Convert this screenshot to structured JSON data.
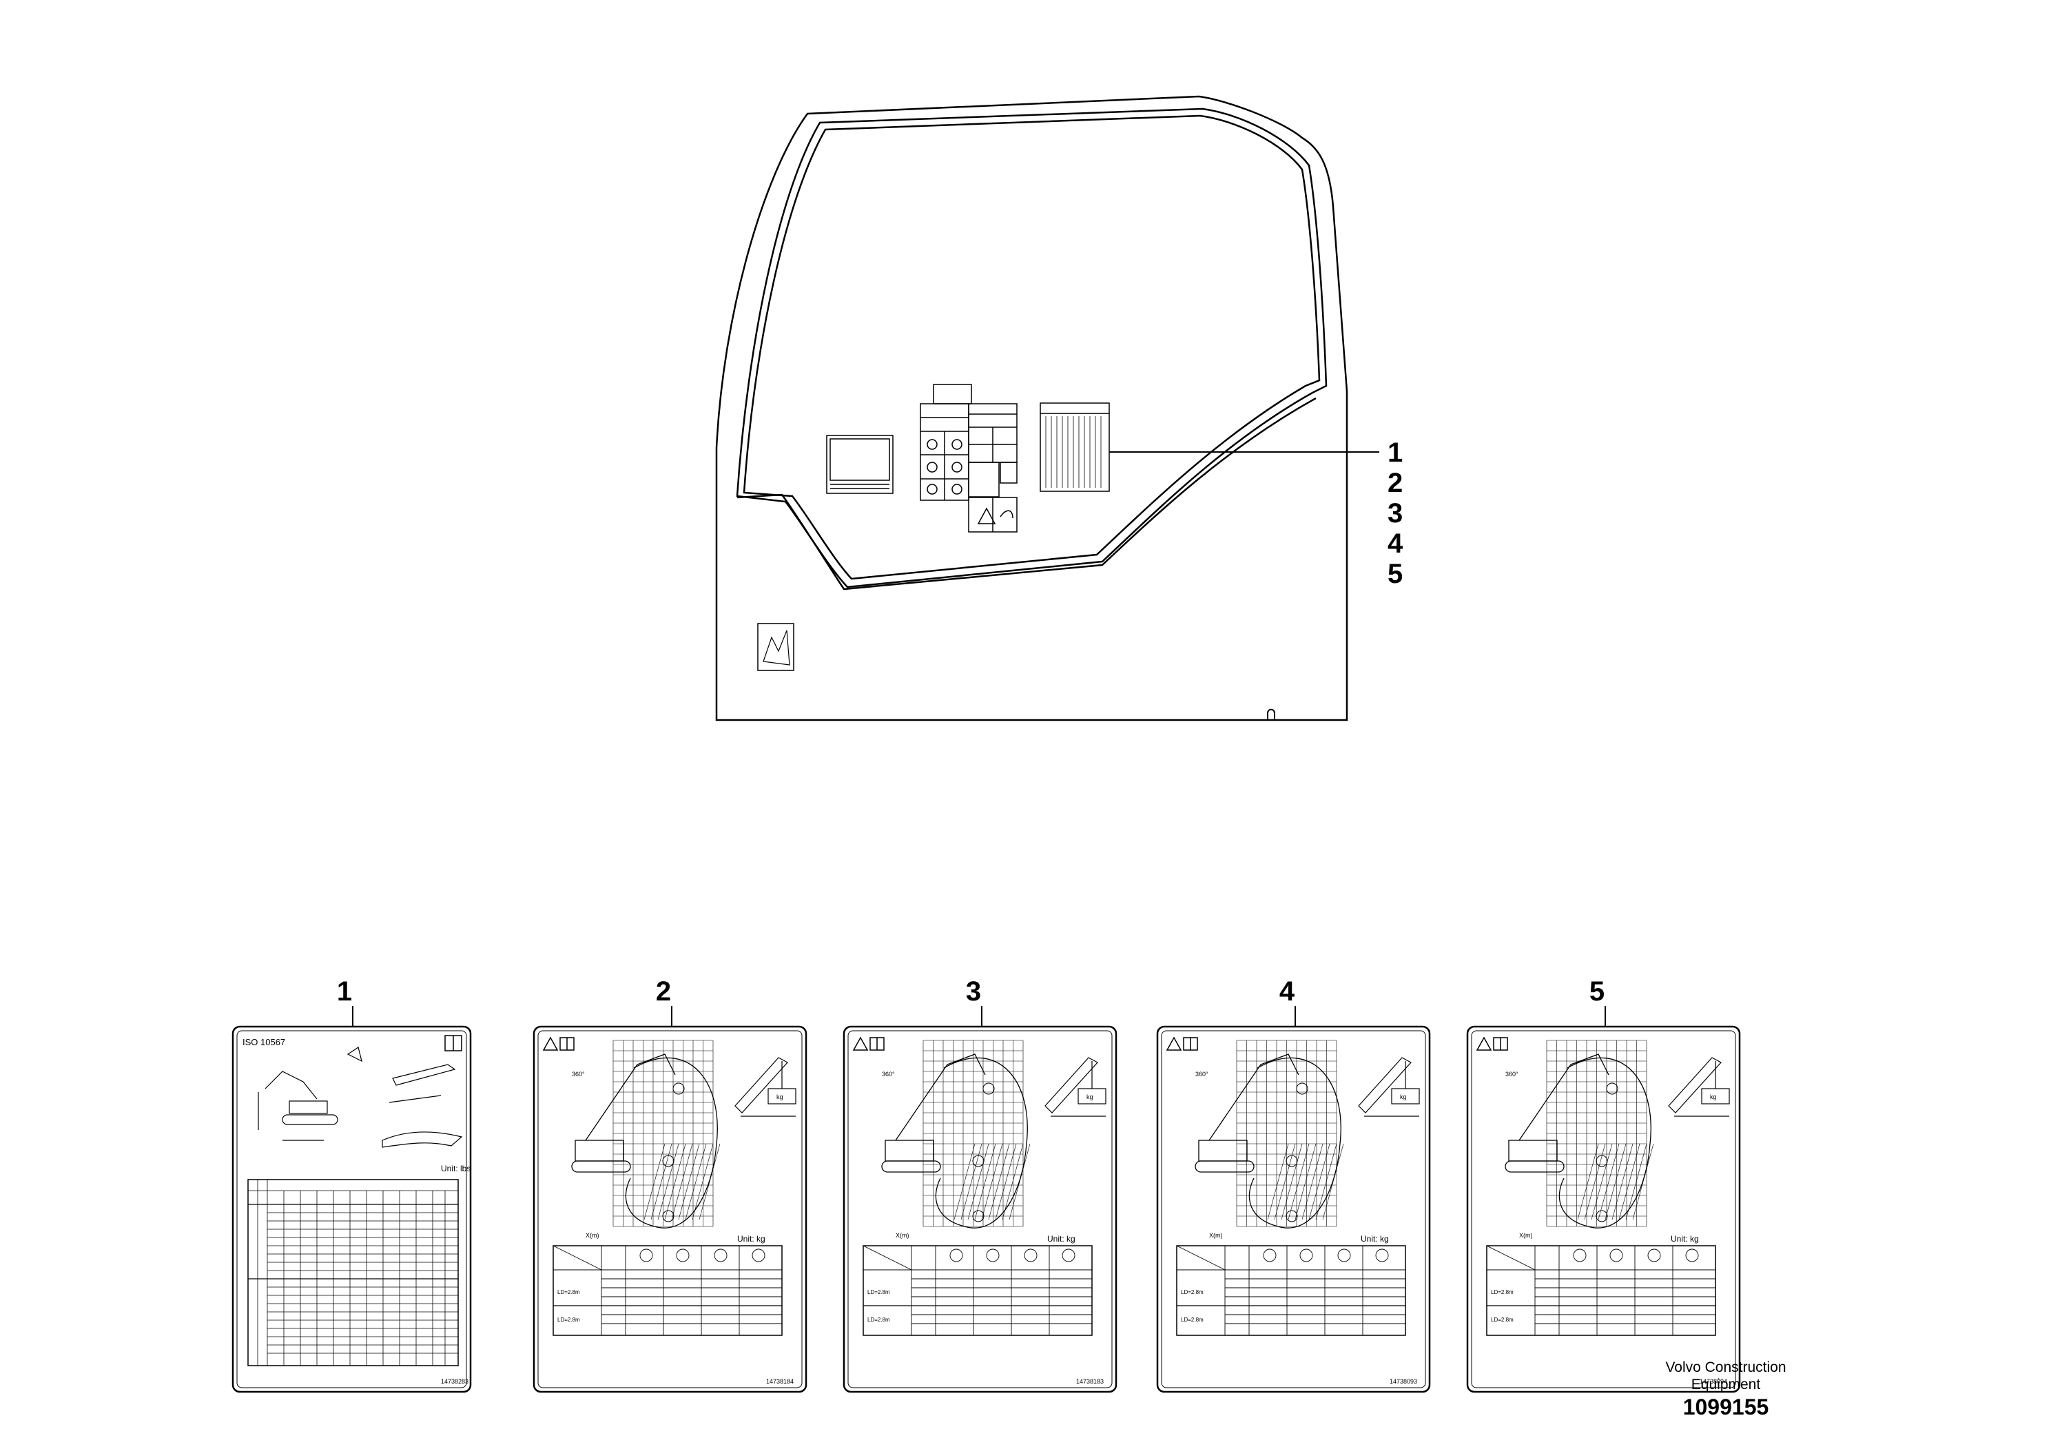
{
  "callouts": [
    "1",
    "2",
    "3",
    "4",
    "5"
  ],
  "decals": [
    {
      "num": "1",
      "header": "ISO 10567",
      "unit": "Unit: lbs",
      "part": "14738283",
      "kind": "table-lbs"
    },
    {
      "num": "2",
      "header": "",
      "unit": "Unit: kg",
      "part": "14738184",
      "kind": "chart"
    },
    {
      "num": "3",
      "header": "",
      "unit": "Unit: kg",
      "part": "14738183",
      "kind": "chart"
    },
    {
      "num": "4",
      "header": "",
      "unit": "Unit: kg",
      "part": "14738093",
      "kind": "chart"
    },
    {
      "num": "5",
      "header": "",
      "unit": "Unit: kg",
      "part": "14738094",
      "kind": "chart"
    }
  ],
  "chart_labels": {
    "axis_x": "X(m)",
    "angle": "360°",
    "load_label": "kg"
  },
  "table_rows": [
    "LD=2.8m",
    "LD=2.8m"
  ],
  "brand": {
    "line1": "Volvo Construction",
    "line2": "Equipment"
  },
  "doc_number": "1099155"
}
